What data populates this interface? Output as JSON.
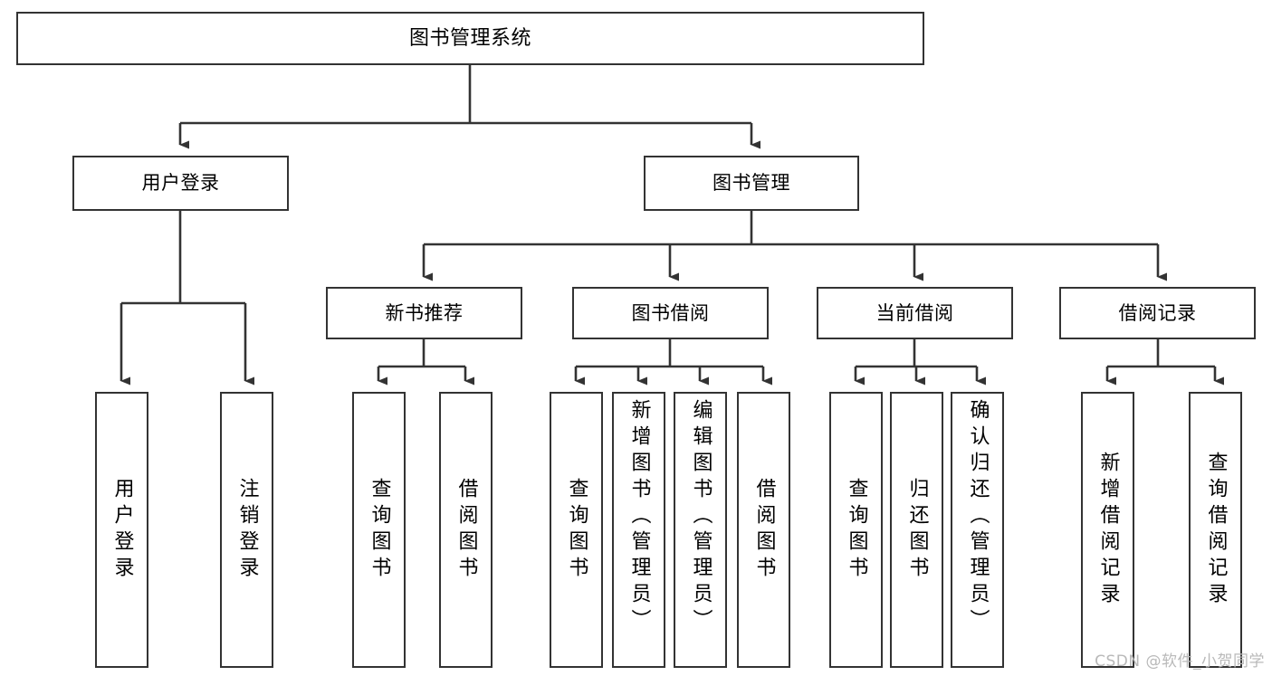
{
  "diagram": {
    "title": "图书管理系统",
    "type": "tree",
    "watermark": "CSDN @软件_小贺同学",
    "colors": {
      "box_border": "#333333",
      "box_fill": "#ffffff",
      "edge": "#333333",
      "text": "#000000",
      "watermark": "#b9b9b9"
    },
    "levels": {
      "root": {
        "label": "图书管理系统"
      },
      "level1": [
        {
          "id": "user-login",
          "label": "用户登录"
        },
        {
          "id": "book-manage",
          "label": "图书管理"
        }
      ],
      "level2": [
        {
          "id": "new-book-rec",
          "label": "新书推荐",
          "parent": "book-manage"
        },
        {
          "id": "book-borrow",
          "label": "图书借阅",
          "parent": "book-manage"
        },
        {
          "id": "current-borrow",
          "label": "当前借阅",
          "parent": "book-manage"
        },
        {
          "id": "borrow-record",
          "label": "借阅记录",
          "parent": "book-manage"
        }
      ],
      "leaves": [
        {
          "id": "leaf-user-login",
          "label": "用户登录",
          "parent": "user-login"
        },
        {
          "id": "leaf-logout",
          "label": "注销登录",
          "parent": "user-login"
        },
        {
          "id": "leaf-query-book-1",
          "label": "查询图书",
          "parent": "new-book-rec"
        },
        {
          "id": "leaf-borrow-book-1",
          "label": "借阅图书",
          "parent": "new-book-rec"
        },
        {
          "id": "leaf-query-book-2",
          "label": "查询图书",
          "parent": "book-borrow"
        },
        {
          "id": "leaf-add-book",
          "label": "新增图书（管理员）",
          "parent": "book-borrow"
        },
        {
          "id": "leaf-edit-book",
          "label": "编辑图书（管理员）",
          "parent": "book-borrow"
        },
        {
          "id": "leaf-borrow-book-2",
          "label": "借阅图书",
          "parent": "book-borrow"
        },
        {
          "id": "leaf-query-book-3",
          "label": "查询图书",
          "parent": "current-borrow"
        },
        {
          "id": "leaf-return-book",
          "label": "归还图书",
          "parent": "current-borrow"
        },
        {
          "id": "leaf-confirm-return",
          "label": "确认归还（管理员）",
          "parent": "current-borrow"
        },
        {
          "id": "leaf-add-record",
          "label": "新增借阅记录",
          "parent": "borrow-record"
        },
        {
          "id": "leaf-query-record",
          "label": "查询借阅记录",
          "parent": "borrow-record"
        }
      ]
    }
  }
}
